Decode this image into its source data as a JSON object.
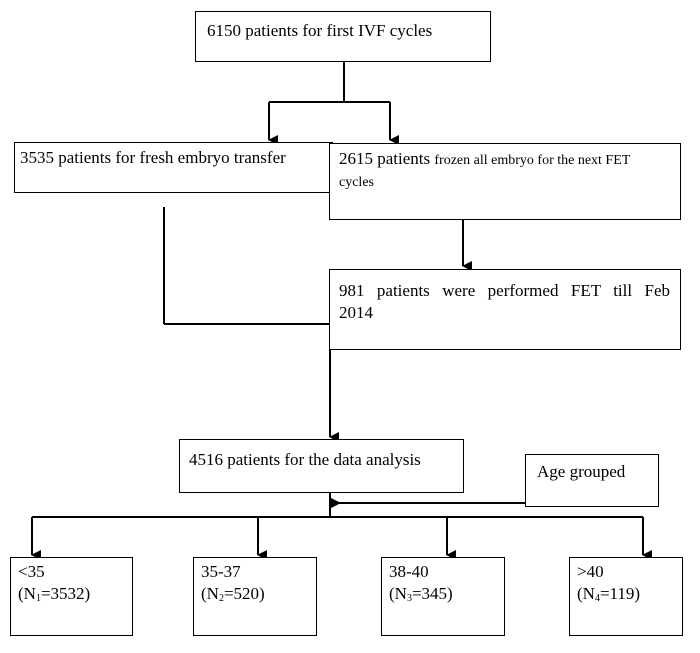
{
  "boxes": {
    "first_ivf": {
      "text": "6150 patients for first IVF cycles"
    },
    "fresh": {
      "text": "3535 patients for fresh embryo transfer"
    },
    "frozen": {
      "lead": "2615 patients",
      "rest": "frozen all embryo for the next FET",
      "line2": "cycles"
    },
    "fet": {
      "line1": "981 patients were performed FET till Feb",
      "line2": "2014"
    },
    "analysis": {
      "text": "4516 patients for the data analysis"
    },
    "age_grouped": {
      "text": "Age grouped"
    },
    "groups": [
      {
        "label": "<35",
        "n_prefix": "(N",
        "n_sub": "1",
        "n_suffix": "=3532)"
      },
      {
        "label": "35-37",
        "n_prefix": "(N",
        "n_sub": "2",
        "n_suffix": "=520)"
      },
      {
        "label": "38-40",
        "n_prefix": "(N",
        "n_sub": "3",
        "n_suffix": "=345)"
      },
      {
        "label": ">40",
        "n_prefix": "(N",
        "n_sub": "4",
        "n_suffix": "=119)"
      }
    ]
  }
}
